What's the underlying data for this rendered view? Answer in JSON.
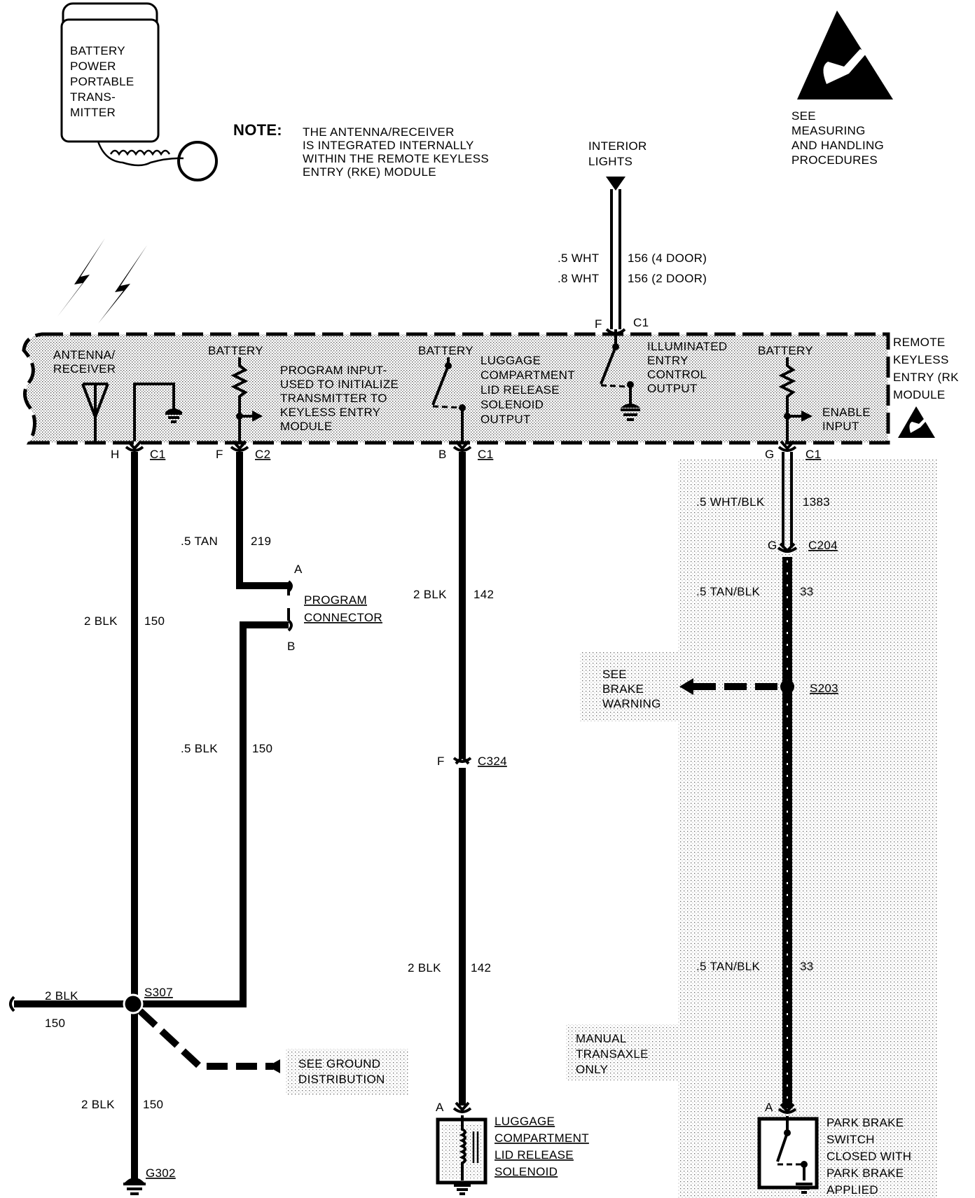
{
  "transmitter": {
    "lines": [
      "BATTERY",
      "POWER",
      "PORTABLE",
      "TRANS-",
      "MITTER"
    ]
  },
  "note": {
    "heading": "NOTE:",
    "lines": [
      "THE ANTENNA/RECEIVER",
      "IS INTEGRATED INTERNALLY",
      "WITHIN THE REMOTE KEYLESS",
      "ENTRY (RKE) MODULE"
    ]
  },
  "esd": {
    "lines": [
      "SEE",
      "MEASURING",
      "AND HANDLING",
      "PROCEDURES"
    ]
  },
  "interior": {
    "lines": [
      "INTERIOR",
      "LIGHTS"
    ]
  },
  "wire156": {
    "a_size": ".5 WHT",
    "a_num": "156 (4 DOOR)",
    "b_size": ".8 WHT",
    "b_num": "156 (2 DOOR)"
  },
  "module": {
    "name_lines": [
      "REMOTE",
      "KEYLESS",
      "ENTRY (RK",
      "MODULE"
    ],
    "top_pin": "F",
    "top_conn": "C1",
    "antenna_lines": [
      "ANTENNA/",
      "RECEIVER"
    ],
    "battery1": "BATTERY",
    "program_lines": [
      "PROGRAM INPUT-",
      "USED TO INITIALIZE",
      "TRANSMITTER TO",
      "KEYLESS ENTRY",
      "MODULE"
    ],
    "battery2": "BATTERY",
    "luggage_lines": [
      "LUGGAGE",
      "COMPARTMENT",
      "LID RELEASE",
      "SOLENOID",
      "OUTPUT"
    ],
    "illum_lines": [
      "ILLUMINATED",
      "ENTRY",
      "CONTROL",
      "OUTPUT"
    ],
    "battery3": "BATTERY",
    "enable_lines": [
      "ENABLE",
      "INPUT"
    ]
  },
  "pins": [
    {
      "pin": "H",
      "conn": "C1"
    },
    {
      "pin": "F",
      "conn": "C2"
    },
    {
      "pin": "B",
      "conn": "C1"
    },
    {
      "pin": "G",
      "conn": "C1"
    }
  ],
  "wires": {
    "w219": {
      "size": ".5 TAN",
      "num": "219"
    },
    "w150a": {
      "size": "2 BLK",
      "num": "150"
    },
    "w150b": {
      "size": ".5 BLK",
      "num": "150"
    },
    "w142a": {
      "size": "2 BLK",
      "num": "142"
    },
    "w142b": {
      "size": "2 BLK",
      "num": "142"
    },
    "w1383": {
      "size": ".5 WHT/BLK",
      "num": "1383"
    },
    "w33a": {
      "size": ".5 TAN/BLK",
      "num": "33"
    },
    "w33b": {
      "size": ".5 TAN/BLK",
      "num": "33"
    },
    "w150left_size": "2 BLK",
    "w150left_num": "150",
    "w150bottom": {
      "size": "2 BLK",
      "num": "150"
    }
  },
  "program_connector": {
    "pin_a": "A",
    "pin_b": "B",
    "lines": [
      "PROGRAM",
      "CONNECTOR"
    ]
  },
  "c204": {
    "pin": "G",
    "conn": "C204"
  },
  "c324": {
    "pin": "F",
    "conn": "C324"
  },
  "s203": {
    "label": "S203",
    "ref_lines": [
      "SEE",
      "BRAKE",
      "WARNING"
    ]
  },
  "s307": {
    "label": "S307"
  },
  "ground_dist": {
    "lines": [
      "SEE GROUND",
      "DISTRIBUTION"
    ]
  },
  "g302": "G302",
  "manual": {
    "lines": [
      "MANUAL",
      "TRANSAXLE",
      "ONLY"
    ]
  },
  "solenoid": {
    "pin": "A",
    "lines": [
      "LUGGAGE",
      "COMPARTMENT",
      "LID RELEASE",
      "SOLENOID"
    ]
  },
  "park_brake": {
    "pin": "A",
    "lines": [
      "PARK BRAKE",
      "SWITCH",
      "CLOSED WITH",
      "PARK BRAKE",
      "APPLIED"
    ]
  }
}
